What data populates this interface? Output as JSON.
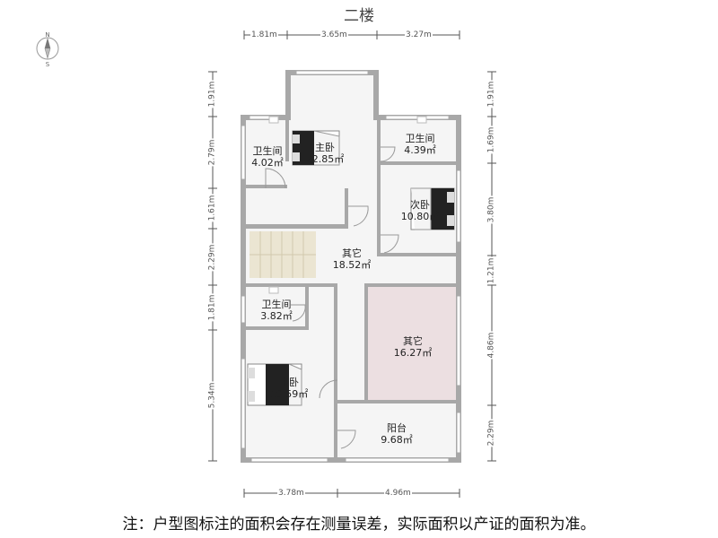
{
  "title": "二楼",
  "compass": {
    "north": "N",
    "south": "S"
  },
  "dimensions": {
    "top": [
      "1.81m",
      "3.65m",
      "3.27m"
    ],
    "bottom": [
      "3.78m",
      "4.96m"
    ],
    "left": [
      "1.91m",
      "2.79m",
      "1.61m",
      "2.29m",
      "1.81m",
      "5.34m"
    ],
    "right": [
      "1.91m",
      "1.69m",
      "3.80m",
      "1.21m",
      "4.86m",
      "2.29m"
    ]
  },
  "rooms": {
    "bath_top_left": {
      "name": "卫生间",
      "area": "4.02㎡"
    },
    "master_top": {
      "name": "主卧",
      "area": "22.85㎡"
    },
    "bath_top_right": {
      "name": "卫生间",
      "area": "4.39㎡"
    },
    "second_bedroom": {
      "name": "次卧",
      "area": "10.80㎡"
    },
    "other_center": {
      "name": "其它",
      "area": "18.52㎡"
    },
    "bath_mid_left": {
      "name": "卫生间",
      "area": "3.82㎡"
    },
    "other_right": {
      "name": "其它",
      "area": "16.27㎡"
    },
    "master_bottom": {
      "name": "主卧",
      "area": "19.59㎡"
    },
    "balcony": {
      "name": "阳台",
      "area": "9.68㎡"
    }
  },
  "note": "注：户型图标注的面积会存在测量误差，实际面积以产证的面积为准。"
}
